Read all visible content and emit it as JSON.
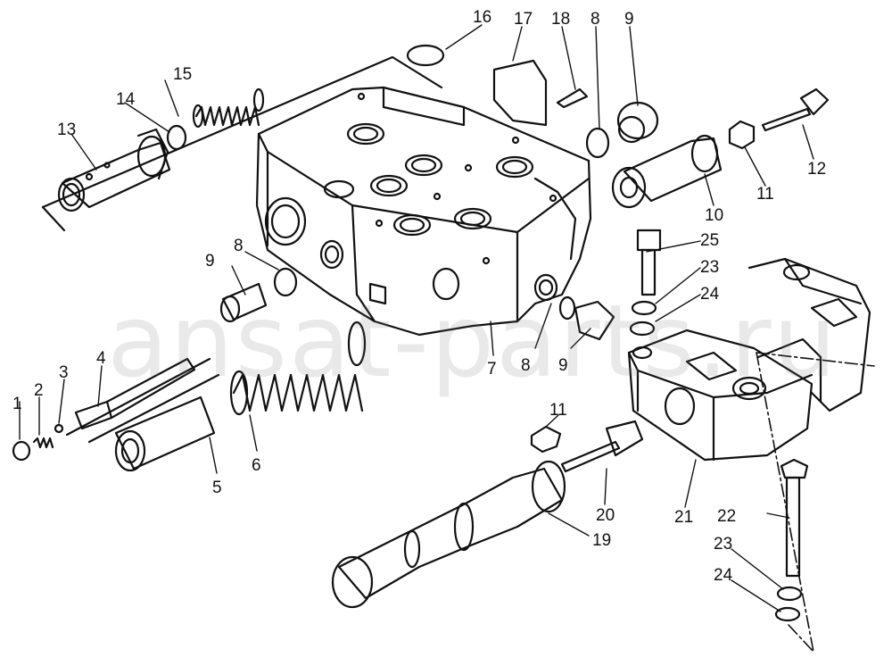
{
  "watermark": "ansat-parts.ru",
  "callouts": {
    "c1": "1",
    "c2": "2",
    "c3": "3",
    "c4": "4",
    "c5": "5",
    "c6": "6",
    "c7": "7",
    "c8a": "8",
    "c8b": "8",
    "c8c": "8",
    "c9a": "9",
    "c9b": "9",
    "c9c": "9",
    "c10": "10",
    "c11a": "11",
    "c11b": "11",
    "c12": "12",
    "c13": "13",
    "c14": "14",
    "c15": "15",
    "c16": "16",
    "c17": "17",
    "c18": "18",
    "c19": "19",
    "c20": "20",
    "c21": "21",
    "c22": "22",
    "c23a": "23",
    "c23b": "23",
    "c24a": "24",
    "c24b": "24",
    "c25": "25"
  },
  "colors": {
    "ink": "#111111",
    "paper": "#ffffff"
  }
}
